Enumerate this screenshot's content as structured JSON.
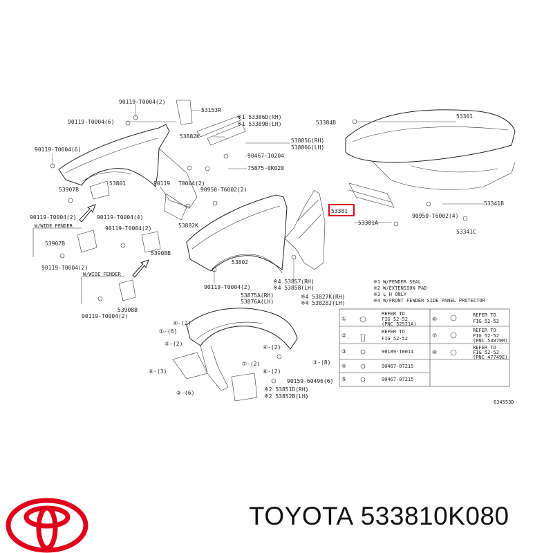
{
  "brand": {
    "name": "TOYOTA",
    "part_number": "533810K080",
    "logo_color": "#e0001b"
  },
  "diagram": {
    "callouts": [
      {
        "id": "c1",
        "text": "90119-T0004(2)"
      },
      {
        "id": "c2",
        "text": "90119-T0004(6)"
      },
      {
        "id": "c3",
        "text": "90119-T0004(6)"
      },
      {
        "id": "c4",
        "text": "53153R"
      },
      {
        "id": "c5",
        "text": "※1 53386D(RH)"
      },
      {
        "id": "c6",
        "text": "※1 53389B(LH)"
      },
      {
        "id": "c7",
        "text": "53885G(RH)"
      },
      {
        "id": "c8",
        "text": "53886G(LH)"
      },
      {
        "id": "c9",
        "text": "53882K"
      },
      {
        "id": "c10",
        "text": "90467-10204"
      },
      {
        "id": "c11",
        "text": "75875-0K020"
      },
      {
        "id": "c12",
        "text": "53801"
      },
      {
        "id": "c13",
        "text": "90119"
      },
      {
        "id": "c14",
        "text": "T0004(2)"
      },
      {
        "id": "c15",
        "text": "90950-T6002(2)"
      },
      {
        "id": "c16",
        "text": "53907B"
      },
      {
        "id": "c17",
        "text": "90119-T0004(2)"
      },
      {
        "id": "c18",
        "text": "90119-T0004(4)"
      },
      {
        "id": "c19",
        "text": "53882K"
      },
      {
        "id": "c20",
        "text": "W/WIDE FENDER"
      },
      {
        "id": "c21",
        "text": "90119-T0004(2)"
      },
      {
        "id": "c22",
        "text": "53907B"
      },
      {
        "id": "c23",
        "text": "90119-T0004(2)"
      },
      {
        "id": "c24",
        "text": "53908B"
      },
      {
        "id": "c25",
        "text": "W/WIDE FENDER"
      },
      {
        "id": "c26",
        "text": "53908B"
      },
      {
        "id": "c27",
        "text": "90119-T0004(2)"
      },
      {
        "id": "c28",
        "text": "53802"
      },
      {
        "id": "c29",
        "text": "90119-T0004(2)"
      },
      {
        "id": "c30",
        "text": "53384B"
      },
      {
        "id": "c31",
        "text": "53301"
      },
      {
        "id": "c32",
        "text": "53381"
      },
      {
        "id": "c33",
        "text": "53381A"
      },
      {
        "id": "c34",
        "text": "90950-T6002(4)"
      },
      {
        "id": "c35",
        "text": "53341B"
      },
      {
        "id": "c36",
        "text": "53341C"
      },
      {
        "id": "c37",
        "text": "※4 53857(RH)"
      },
      {
        "id": "c38",
        "text": "※4 53858(LH)"
      },
      {
        "id": "c39",
        "text": "53875A(RH)"
      },
      {
        "id": "c40",
        "text": "53876A(LH)"
      },
      {
        "id": "c41",
        "text": "※4 53827K(RH)"
      },
      {
        "id": "c42",
        "text": "※4 53828J(LH)"
      },
      {
        "id": "c43",
        "text": "90159-60496(6)"
      },
      {
        "id": "c44",
        "text": "※2 53851D(RH)"
      },
      {
        "id": "c45",
        "text": "※2 53852B(LH)"
      },
      {
        "id": "c46",
        "text": "634553D"
      }
    ],
    "notes": [
      "※1 W/FENDER SEAL",
      "※2 W/EXTENSION PAD",
      "※3 L H ONLY",
      "※4 W/FRONT FENDER SIDE PANEL PROTECTOR"
    ],
    "table": {
      "left": [
        {
          "num": "①",
          "lines": [
            "REFER TO",
            "FIG 52-52",
            "(PNC 52521A)"
          ]
        },
        {
          "num": "②",
          "lines": [
            "REFER TO",
            "FIG 52-52"
          ]
        },
        {
          "num": "③",
          "lines": [
            "90189-T0014"
          ]
        },
        {
          "num": "④",
          "lines": [
            "90467-07215"
          ]
        },
        {
          "num": "⑤",
          "lines": [
            "90467-07215"
          ]
        }
      ],
      "right": [
        {
          "num": "⑥",
          "lines": [
            "REFER TO",
            "FIG 52-52"
          ]
        },
        {
          "num": "⑦",
          "lines": [
            "REFER TO",
            "FIG 52-52",
            "(PNC 53879M)"
          ]
        },
        {
          "num": "⑧",
          "lines": [
            "REFER TO",
            "FIG 52-52",
            "(PNC 47749E)"
          ]
        }
      ]
    },
    "liner_refs": [
      {
        "id": "r1",
        "text": "①-(6)"
      },
      {
        "id": "r2",
        "text": "④-(2)"
      },
      {
        "id": "r3",
        "text": "⑥-(3)"
      },
      {
        "id": "r4",
        "text": "⑤-(2)"
      },
      {
        "id": "r5",
        "text": "②-(6)"
      },
      {
        "id": "r6",
        "text": "⑦-(2)"
      },
      {
        "id": "r7",
        "text": "⑧-(2)"
      },
      {
        "id": "r8",
        "text": "③-(8)"
      },
      {
        "id": "r9",
        "text": "④-(2)"
      }
    ]
  }
}
